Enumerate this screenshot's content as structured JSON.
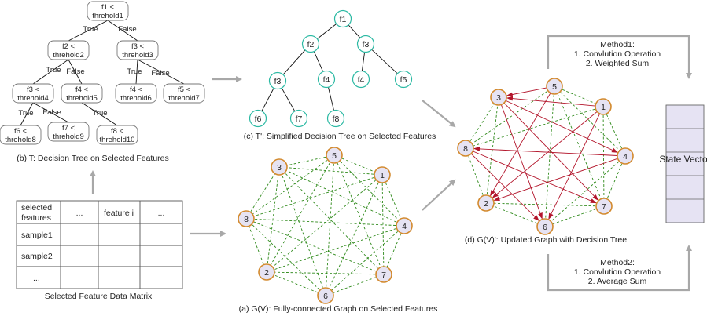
{
  "tree_b": {
    "caption": "(b) T: Decision Tree on Selected Features",
    "nodes": [
      {
        "id": "n1",
        "line1": "f1 <",
        "line2": "threhold1"
      },
      {
        "id": "n2",
        "line1": "f2 <",
        "line2": "threhold2"
      },
      {
        "id": "n3",
        "line1": "f3 <",
        "line2": "threhold3"
      },
      {
        "id": "n4",
        "line1": "f3 <",
        "line2": "threhold4"
      },
      {
        "id": "n5",
        "line1": "f4 <",
        "line2": "threhold5"
      },
      {
        "id": "n6",
        "line1": "f4 <",
        "line2": "threhold6"
      },
      {
        "id": "n7",
        "line1": "f5 <",
        "line2": "threhold7"
      },
      {
        "id": "n8",
        "line1": "f6 <",
        "line2": "threhold8"
      },
      {
        "id": "n9",
        "line1": "f7 <",
        "line2": "threhold9"
      },
      {
        "id": "n10",
        "line1": "f8 <",
        "line2": "threhold10"
      }
    ],
    "edges": [
      {
        "from": "n1",
        "to": "n2",
        "label": "True"
      },
      {
        "from": "n1",
        "to": "n3",
        "label": "False"
      },
      {
        "from": "n2",
        "to": "n4",
        "label": "True"
      },
      {
        "from": "n2",
        "to": "n5",
        "label": "False"
      },
      {
        "from": "n3",
        "to": "n6",
        "label": "True"
      },
      {
        "from": "n3",
        "to": "n7",
        "label": "False"
      },
      {
        "from": "n4",
        "to": "n8",
        "label": "True"
      },
      {
        "from": "n4",
        "to": "n9",
        "label": "False"
      },
      {
        "from": "n5",
        "to": "n10",
        "label": "True"
      }
    ]
  },
  "tree_c": {
    "caption": "(c) T': Simplified Decision Tree on Selected Features",
    "nodes": [
      "f1",
      "f2",
      "f3",
      "f3",
      "f4",
      "f4",
      "f5",
      "f6",
      "f7",
      "f8"
    ],
    "edges": [
      [
        0,
        1
      ],
      [
        0,
        2
      ],
      [
        1,
        3
      ],
      [
        1,
        4
      ],
      [
        2,
        5
      ],
      [
        2,
        6
      ],
      [
        3,
        7
      ],
      [
        3,
        8
      ],
      [
        4,
        9
      ]
    ]
  },
  "table": {
    "caption": "Selected Feature Data Matrix",
    "header": [
      "selected features",
      "...",
      "feature i",
      "..."
    ],
    "rows": [
      "sample1",
      "sample2",
      "..."
    ]
  },
  "graph_a": {
    "caption": "(a) G(V): Fully-connected Graph on Selected Features",
    "nodes": [
      "5",
      "1",
      "4",
      "7",
      "6",
      "2",
      "8",
      "3"
    ]
  },
  "graph_d": {
    "caption": "(d) G(V)': Updated Graph with Decision Tree",
    "nodes": [
      "5",
      "1",
      "4",
      "7",
      "6",
      "2",
      "8",
      "3"
    ],
    "directed_edges": [
      [
        "5",
        "3"
      ],
      [
        "1",
        "3"
      ],
      [
        "1",
        "2"
      ],
      [
        "1",
        "6"
      ],
      [
        "3",
        "4"
      ],
      [
        "3",
        "7"
      ],
      [
        "3",
        "6"
      ],
      [
        "4",
        "8"
      ],
      [
        "4",
        "2"
      ],
      [
        "8",
        "6"
      ],
      [
        "8",
        "7"
      ],
      [
        "5",
        "2"
      ]
    ]
  },
  "state_vector": {
    "label": "State Vector"
  },
  "method1": {
    "title": "Method1:",
    "line1": "1. Convlution Operation",
    "line2": "2. Weighted Sum"
  },
  "method2": {
    "title": "Method2:",
    "line1": "1. Convlution Operation",
    "line2": "2. Average Sum"
  },
  "colors": {
    "edge_green": "#2f8a1b",
    "edge_red": "#b3152b",
    "node_fill": "#e6e3f3",
    "node_stroke": "#d38a2e",
    "teal": "#2bb9a3"
  }
}
